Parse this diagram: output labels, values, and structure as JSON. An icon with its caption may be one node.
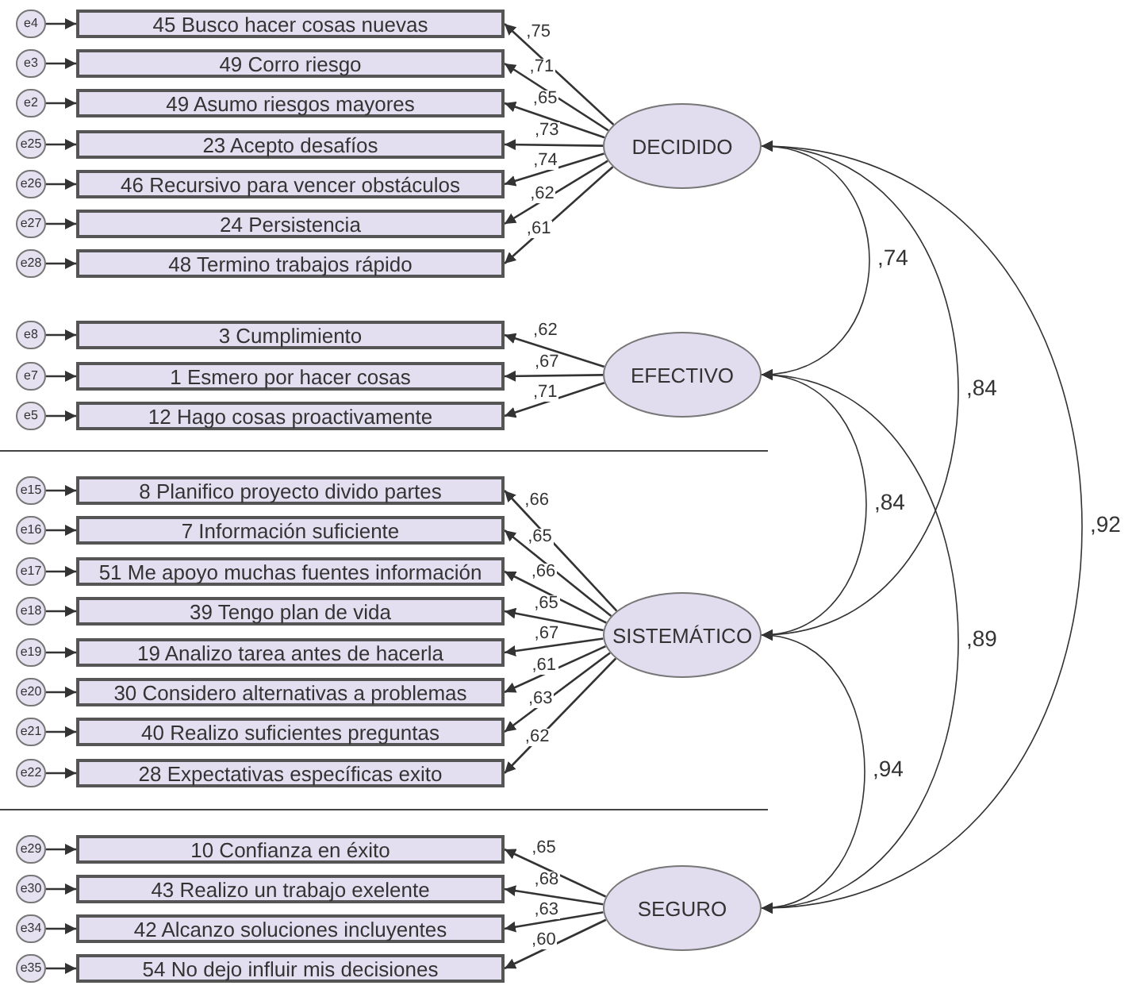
{
  "diagram": {
    "nodes": [
      {
        "text": [
          "e4"
        ]
      },
      {
        "text": [
          "45 Busco hacer cosas nuevas"
        ]
      },
      {
        "text": [
          "e3"
        ]
      },
      {
        "text": [
          "49 Corro riesgo"
        ]
      },
      {
        "text": [
          "e2"
        ]
      },
      {
        "text": [
          "49 Asumo riesgos mayores"
        ]
      },
      {
        "text": [
          "e25"
        ]
      },
      {
        "text": [
          "23 Acepto desafíos"
        ]
      },
      {
        "text": [
          "e26"
        ]
      },
      {
        "text": [
          "46 Recursivo para vencer obstáculos"
        ]
      },
      {
        "text": [
          "e27"
        ]
      },
      {
        "text": [
          "24 Persistencia"
        ]
      },
      {
        "text": [
          "e28"
        ]
      },
      {
        "text": [
          "48 Termino trabajos rápido"
        ]
      },
      {
        "text": [
          "e8"
        ]
      },
      {
        "text": [
          "3 Cumplimiento"
        ]
      },
      {
        "text": [
          "e7"
        ]
      },
      {
        "text": [
          "1 Esmero por hacer cosas"
        ]
      },
      {
        "text": [
          "e5"
        ]
      },
      {
        "text": [
          "12 Hago cosas proactivamente"
        ]
      },
      {
        "text": [
          "e15"
        ]
      },
      {
        "text": [
          "8 Planifico proyecto divido partes"
        ]
      },
      {
        "text": [
          "e16"
        ]
      },
      {
        "text": [
          "7 Información suficiente"
        ]
      },
      {
        "text": [
          "e17"
        ]
      },
      {
        "text": [
          "51 Me apoyo muchas fuentes información"
        ]
      },
      {
        "text": [
          "e18"
        ]
      },
      {
        "text": [
          "39 Tengo plan de vida"
        ]
      },
      {
        "text": [
          "e19"
        ]
      },
      {
        "text": [
          "19 Analizo tarea antes de hacerla"
        ]
      },
      {
        "text": [
          "e20"
        ]
      },
      {
        "text": [
          "30 Considero alternativas a problemas"
        ]
      },
      {
        "text": [
          "e21"
        ]
      },
      {
        "text": [
          "40 Realizo suficientes preguntas"
        ]
      },
      {
        "text": [
          "e22"
        ]
      },
      {
        "text": [
          "28 Expectativas específicas exito"
        ]
      },
      {
        "text": [
          "e29"
        ]
      },
      {
        "text": [
          "10 Confianza en éxito"
        ]
      },
      {
        "text": [
          "e30"
        ]
      },
      {
        "text": [
          "43 Realizo un trabajo exelente"
        ]
      },
      {
        "text": [
          "e34"
        ]
      },
      {
        "text": [
          "42 Alcanzo soluciones incluyentes"
        ]
      },
      {
        "text": [
          "e35"
        ]
      },
      {
        "text": [
          "54 No dejo influir mis decisiones"
        ]
      },
      {
        "text": [
          "DECIDIDO"
        ]
      },
      {
        "text": [
          "EFECTIVO"
        ]
      },
      {
        "text": [
          "SISTEMÁTICO"
        ]
      },
      {
        "text": [
          "SEGURO"
        ]
      }
    ],
    "edges": [
      {
        "from": 0,
        "to": 1,
        "arrow": "to"
      },
      {
        "from": 2,
        "to": 3,
        "arrow": "to"
      },
      {
        "from": 4,
        "to": 5,
        "arrow": "to"
      },
      {
        "from": 6,
        "to": 7,
        "arrow": "to"
      },
      {
        "from": 8,
        "to": 9,
        "arrow": "to"
      },
      {
        "from": 10,
        "to": 11,
        "arrow": "to"
      },
      {
        "from": 12,
        "to": 13,
        "arrow": "to"
      },
      {
        "from": 14,
        "to": 15,
        "arrow": "to"
      },
      {
        "from": 16,
        "to": 17,
        "arrow": "to"
      },
      {
        "from": 18,
        "to": 19,
        "arrow": "to"
      },
      {
        "from": 20,
        "to": 21,
        "arrow": "to"
      },
      {
        "from": 22,
        "to": 23,
        "arrow": "to"
      },
      {
        "from": 24,
        "to": 25,
        "arrow": "to"
      },
      {
        "from": 26,
        "to": 27,
        "arrow": "to"
      },
      {
        "from": 28,
        "to": 29,
        "arrow": "to"
      },
      {
        "from": 30,
        "to": 31,
        "arrow": "to"
      },
      {
        "from": 32,
        "to": 33,
        "arrow": "to"
      },
      {
        "from": 34,
        "to": 35,
        "arrow": "to"
      },
      {
        "from": 36,
        "to": 37,
        "arrow": "to"
      },
      {
        "from": 38,
        "to": 39,
        "arrow": "to"
      },
      {
        "from": 40,
        "to": 41,
        "arrow": "to"
      },
      {
        "from": 42,
        "to": 43,
        "arrow": "to"
      },
      {
        "from": 44,
        "to": 1,
        "arrow": "to",
        "label": ",75"
      },
      {
        "from": 44,
        "to": 3,
        "arrow": "to",
        "label": ",71"
      },
      {
        "from": 44,
        "to": 5,
        "arrow": "to",
        "label": ",65"
      },
      {
        "from": 44,
        "to": 7,
        "arrow": "to",
        "label": ",73"
      },
      {
        "from": 44,
        "to": 9,
        "arrow": "to",
        "label": ",74"
      },
      {
        "from": 44,
        "to": 11,
        "arrow": "to",
        "label": ",62"
      },
      {
        "from": 44,
        "to": 13,
        "arrow": "to",
        "label": ",61"
      },
      {
        "from": 45,
        "to": 15,
        "arrow": "to",
        "label": ",62"
      },
      {
        "from": 45,
        "to": 17,
        "arrow": "to",
        "label": ",67"
      },
      {
        "from": 45,
        "to": 19,
        "arrow": "to",
        "label": ",71"
      },
      {
        "from": 46,
        "to": 21,
        "arrow": "to",
        "label": ",66"
      },
      {
        "from": 46,
        "to": 23,
        "arrow": "to",
        "label": ",65"
      },
      {
        "from": 46,
        "to": 25,
        "arrow": "to",
        "label": ",66"
      },
      {
        "from": 46,
        "to": 27,
        "arrow": "to",
        "label": ",65"
      },
      {
        "from": 46,
        "to": 29,
        "arrow": "to",
        "label": ",67"
      },
      {
        "from": 46,
        "to": 31,
        "arrow": "to",
        "label": ",61"
      },
      {
        "from": 46,
        "to": 33,
        "arrow": "to",
        "label": ",63"
      },
      {
        "from": 46,
        "to": 35,
        "arrow": "to",
        "label": ",62"
      },
      {
        "from": 47,
        "to": 37,
        "arrow": "to",
        "label": ",65"
      },
      {
        "from": 47,
        "to": 39,
        "arrow": "to",
        "label": ",68"
      },
      {
        "from": 47,
        "to": 41,
        "arrow": "to",
        "label": ",63"
      },
      {
        "from": 47,
        "to": 43,
        "arrow": "to",
        "label": ",60"
      },
      {
        "from": 44,
        "to": 45,
        "arrow": "both",
        "label": ",74"
      },
      {
        "from": 44,
        "to": 46,
        "arrow": "both",
        "label": ",84"
      },
      {
        "from": 44,
        "to": 47,
        "arrow": "both",
        "label": ",92"
      },
      {
        "from": 45,
        "to": 46,
        "arrow": "both",
        "label": ",84"
      },
      {
        "from": 45,
        "to": 47,
        "arrow": "both",
        "label": ",89"
      },
      {
        "from": 46,
        "to": 47,
        "arrow": "both",
        "label": ",94"
      }
    ]
  }
}
